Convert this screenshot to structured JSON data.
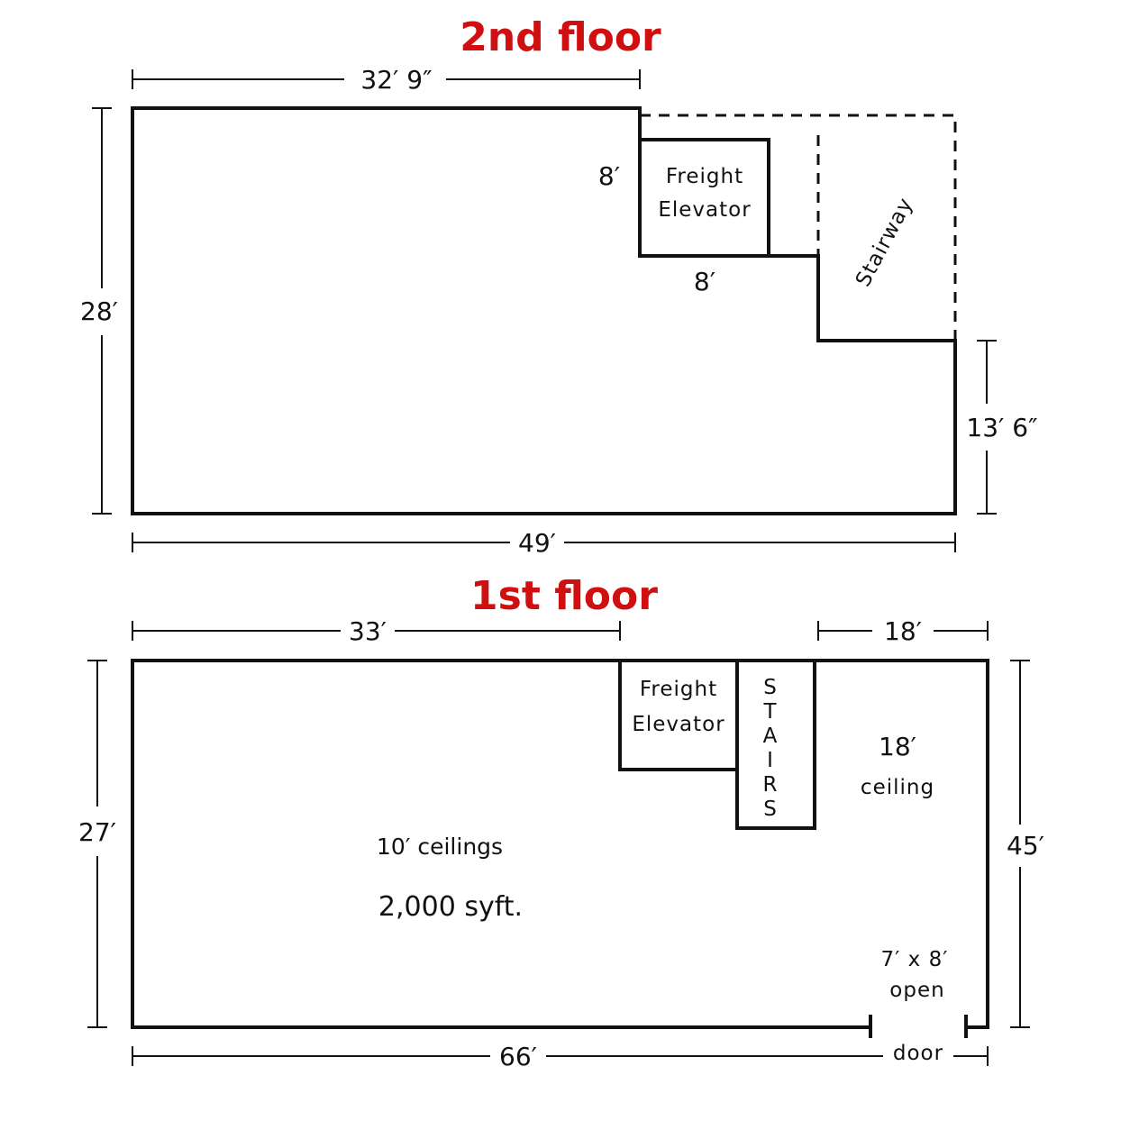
{
  "second_floor": {
    "title": "2nd floor",
    "dims": {
      "top": "32′ 9″",
      "left": "28′",
      "bottom": "49′",
      "right": "13′ 6″",
      "elevator_height": "8′",
      "elevator_width": "8′"
    },
    "labels": {
      "freight": "Freight",
      "elevator": "Elevator",
      "stairway": "Stairway"
    }
  },
  "first_floor": {
    "title": "1st floor",
    "dims": {
      "top_left": "33′",
      "top_right": "18′",
      "left": "27′",
      "right": "45′",
      "bottom": "66′"
    },
    "labels": {
      "freight": "Freight",
      "elevator": "Elevator",
      "stairs_letters": [
        "S",
        "T",
        "A",
        "I",
        "R",
        "S"
      ],
      "ceiling_height": "18′",
      "ceiling": "ceiling",
      "ceilings_note": "10′ ceilings",
      "area_note": "2,000 syft.",
      "door_size": "7′ x 8′",
      "door_open": "open",
      "door": "door"
    }
  }
}
